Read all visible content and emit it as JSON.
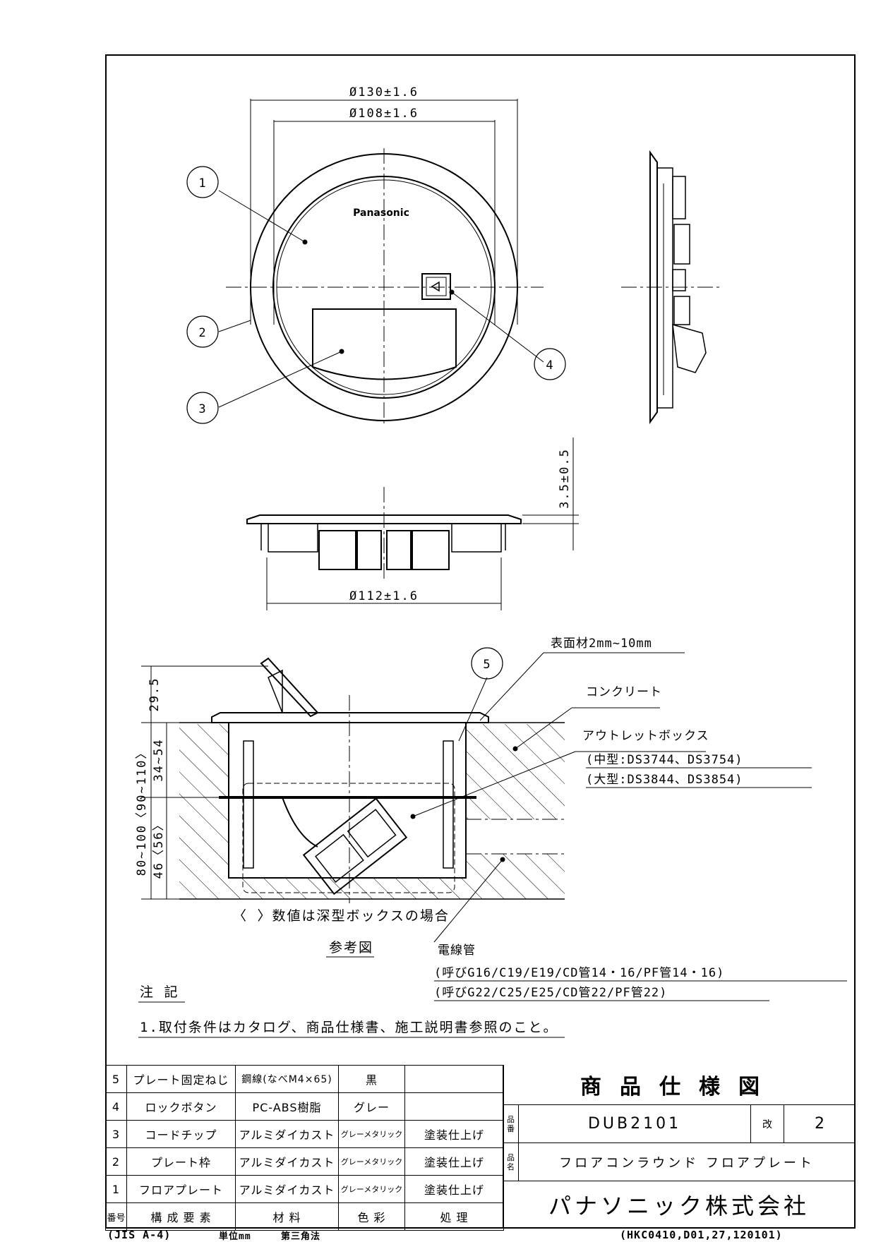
{
  "dimensions": {
    "d130": "Ø130±1.6",
    "d108": "Ø108±1.6",
    "d112": "Ø112±1.6",
    "thick": "3.5±0.5",
    "h295": "29.5",
    "h3454": "34~54",
    "h4656": "46〈56〉",
    "h80": "80~100〈90~110〉"
  },
  "brand_on_plate": "Panasonic",
  "callouts": [
    "1",
    "2",
    "3",
    "4",
    "5"
  ],
  "section_labels": {
    "surface": "表面材2mm~10mm",
    "concrete": "コンクリート",
    "outlet_box": "アウトレットボックス",
    "mid_type": "(中型:DS3744、DS3754)",
    "large_type": "(大型:DS3844、DS3854)",
    "conduit": "電線管",
    "conduit_1": "(呼びG16/C19/E19/CD管14・16/PF管14・16)",
    "conduit_2": "(呼びG22/C25/E25/CD管22/PF管22)",
    "deep_box_note": "〈 〉数値は深型ボックスの場合",
    "reference": "参考図"
  },
  "notes": {
    "heading": "注 記",
    "item_1": "1.取付条件はカタログ、商品仕様書、施工説明書参照のこと。"
  },
  "bom": {
    "rows": [
      {
        "no": "5",
        "part": "プレート固定ねじ",
        "material": "鋼線(なべM4×65)",
        "color": "黒",
        "finish": ""
      },
      {
        "no": "4",
        "part": "ロックボタン",
        "material": "PC-ABS樹脂",
        "color": "グレー",
        "finish": ""
      },
      {
        "no": "3",
        "part": "コードチップ",
        "material": "アルミダイカスト",
        "color": "グレーメタリック",
        "finish": "塗装仕上げ"
      },
      {
        "no": "2",
        "part": "プレート枠",
        "material": "アルミダイカスト",
        "color": "グレーメタリック",
        "finish": "塗装仕上げ"
      },
      {
        "no": "1",
        "part": "フロアプレート",
        "material": "アルミダイカスト",
        "color": "グレーメタリック",
        "finish": "塗装仕上げ"
      }
    ],
    "header": {
      "no": "番号",
      "part": "構 成 要 素",
      "material": "材 料",
      "color": "色 彩",
      "finish": "処 理"
    }
  },
  "title_block": {
    "title": "商品仕様図",
    "hinban_tag": [
      "品",
      "番"
    ],
    "hinban": "DUB2101",
    "rev_label": "改",
    "rev": "2",
    "hinmei_tag": [
      "品",
      "名"
    ],
    "hinmei": "フロアコンラウンド フロアプレート",
    "company": "パナソニック株式会社"
  },
  "footer": {
    "paper": "(JIS A-4)",
    "unit": "単位mm",
    "projection": "第三角法",
    "code": "(HKC0410,D01,27,120101)"
  }
}
